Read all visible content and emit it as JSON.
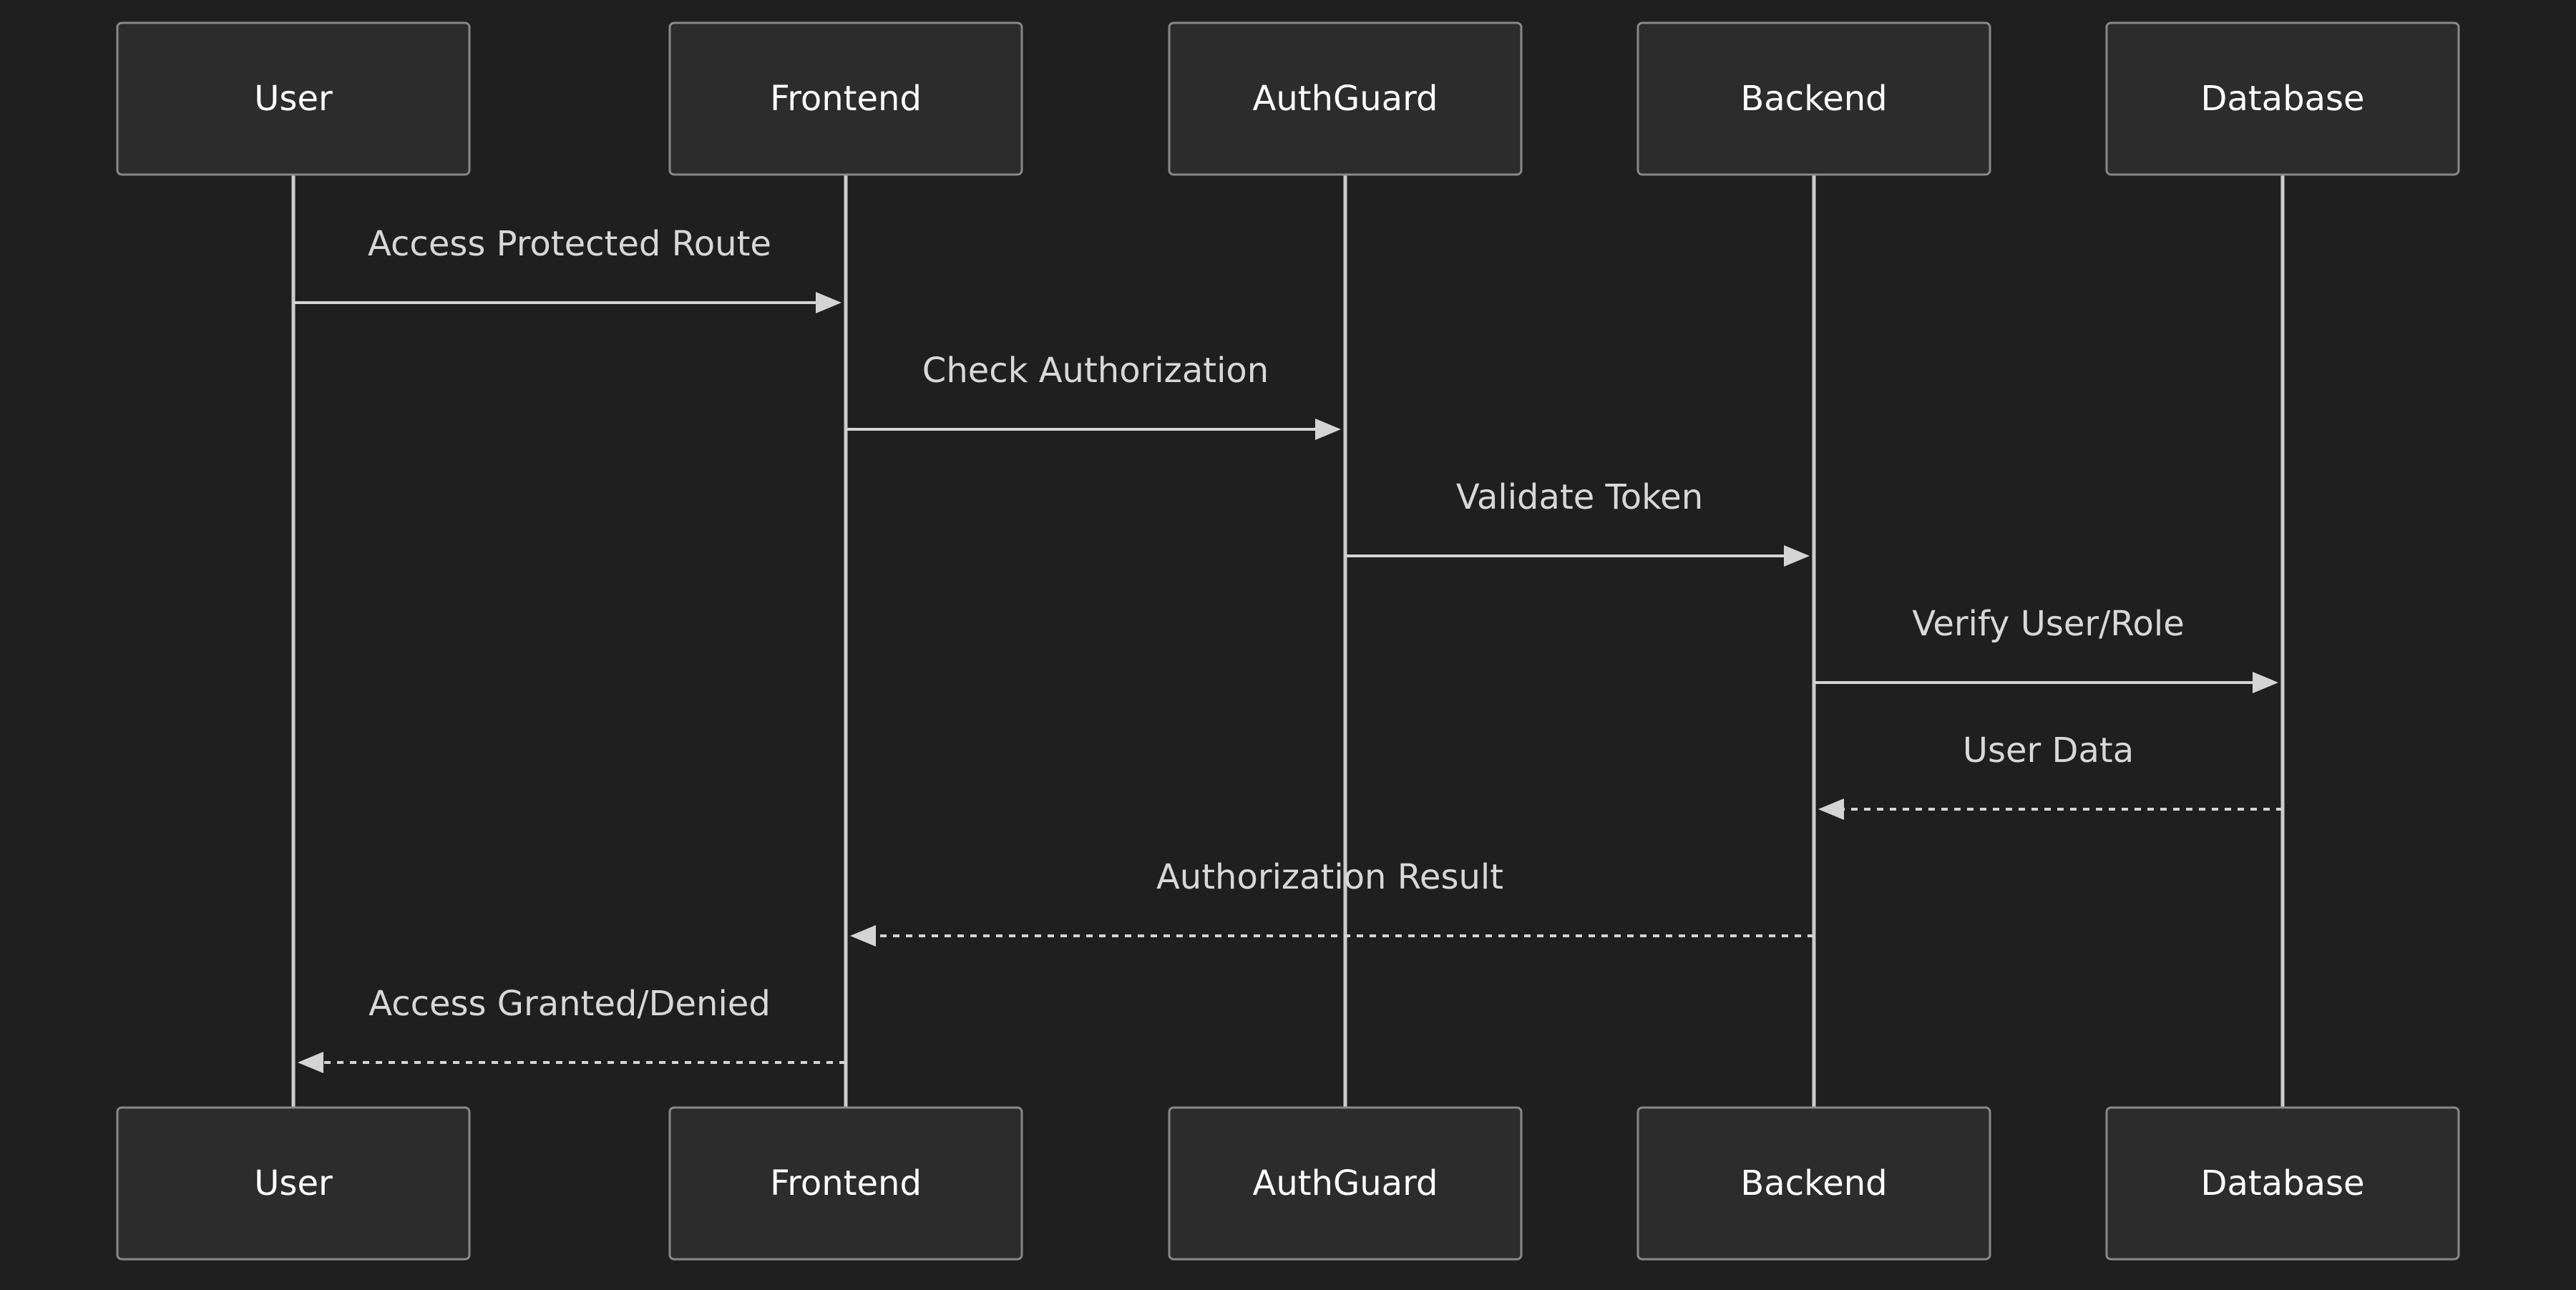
{
  "diagram": {
    "type": "sequence",
    "actors": [
      {
        "id": "user",
        "label": "User"
      },
      {
        "id": "frontend",
        "label": "Frontend"
      },
      {
        "id": "authguard",
        "label": "AuthGuard"
      },
      {
        "id": "backend",
        "label": "Backend"
      },
      {
        "id": "database",
        "label": "Database"
      }
    ],
    "messages": [
      {
        "from": "user",
        "to": "frontend",
        "label": "Access Protected Route",
        "style": "solid"
      },
      {
        "from": "frontend",
        "to": "authguard",
        "label": "Check Authorization",
        "style": "solid"
      },
      {
        "from": "authguard",
        "to": "backend",
        "label": "Validate Token",
        "style": "solid"
      },
      {
        "from": "backend",
        "to": "database",
        "label": "Verify User/Role",
        "style": "solid"
      },
      {
        "from": "database",
        "to": "backend",
        "label": "User Data",
        "style": "dashed"
      },
      {
        "from": "backend",
        "to": "frontend",
        "label": "Authorization Result",
        "style": "dashed"
      },
      {
        "from": "frontend",
        "to": "user",
        "label": "Access Granted/Denied",
        "style": "dashed"
      }
    ]
  },
  "colors": {
    "background": "#1f1f1f",
    "actor_fill": "#2c2c2c",
    "actor_border": "#888888",
    "line": "#d4d4d4"
  }
}
